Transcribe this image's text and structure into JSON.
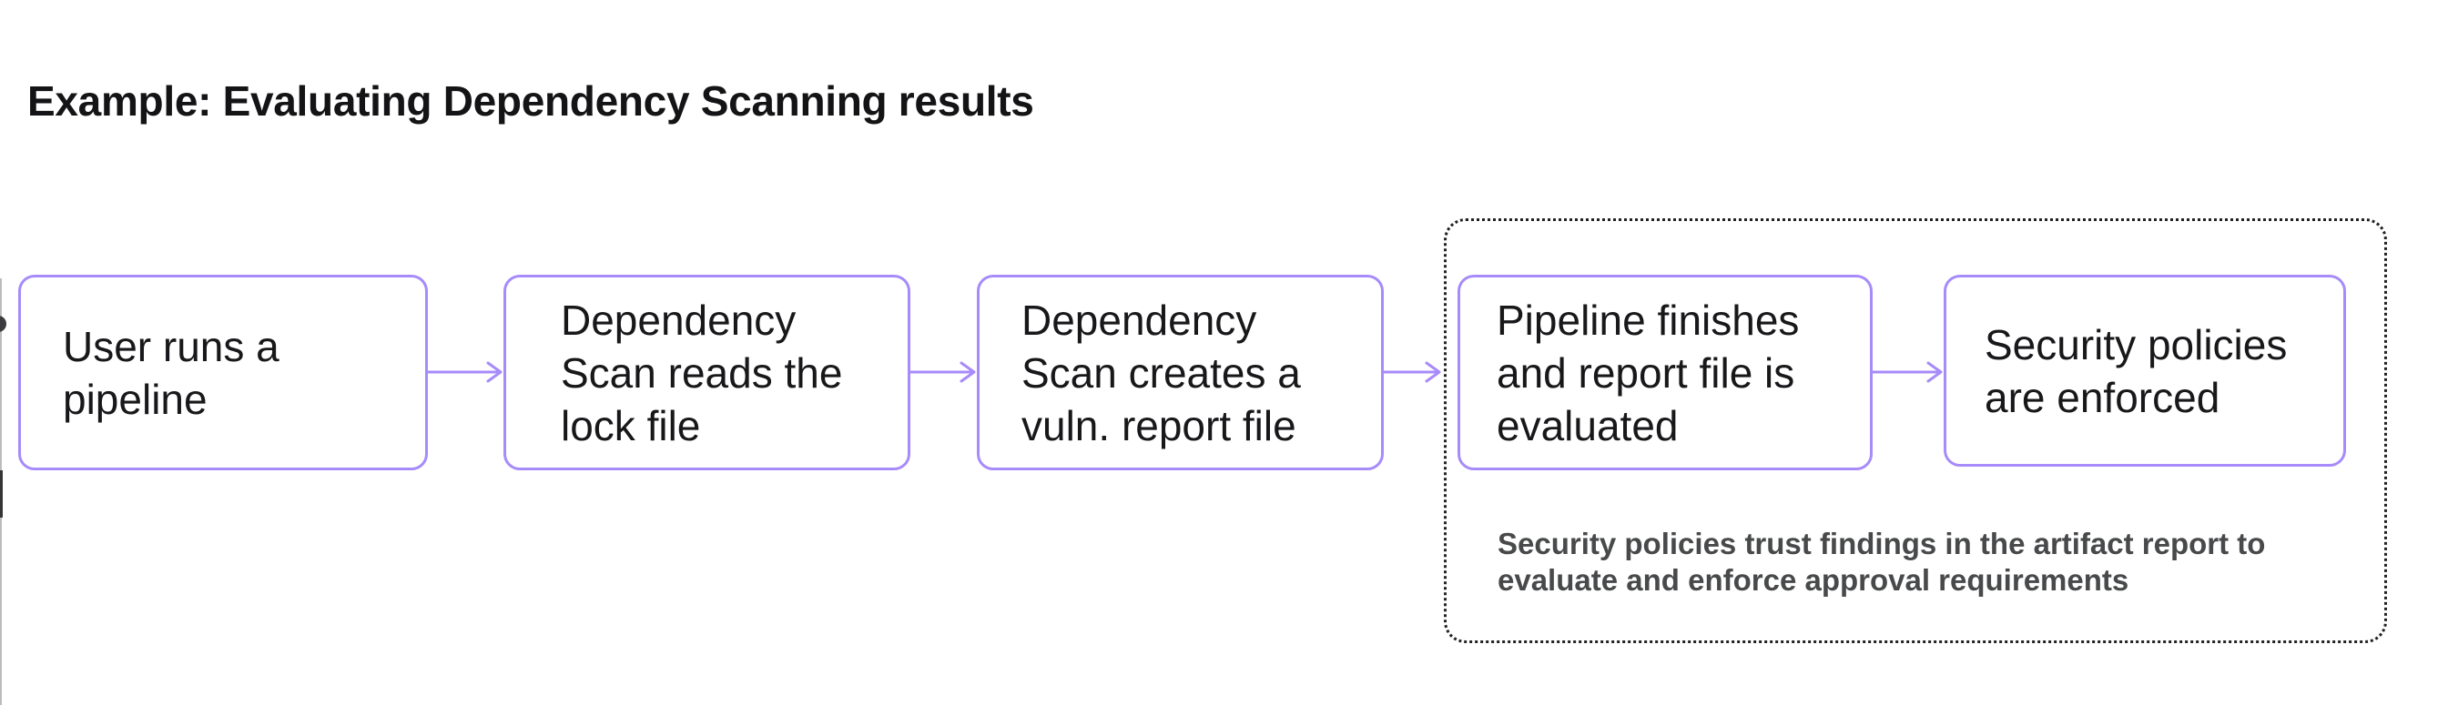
{
  "title": "Example: Evaluating Dependency Scanning results",
  "colors": {
    "accent_purple": "#a78bfa",
    "node_text": "#18181b",
    "title_text": "#141416",
    "caption_text": "#48494a",
    "dotted_outline": "#222222",
    "background": "#ffffff"
  },
  "flow": {
    "nodes": [
      {
        "label": "User runs a\npipeline"
      },
      {
        "label": "Dependency\nScan reads the\nlock file"
      },
      {
        "label": "Dependency\nScan creates a\nvuln. report file"
      },
      {
        "label": "Pipeline finishes\nand report file is\nevaluated"
      },
      {
        "label": "Security policies\nare enforced"
      }
    ],
    "connector_icon": "arrow-right-icon",
    "connector_count": 4
  },
  "policy_group": {
    "style": "dotted-outline",
    "caption": "Security policies trust findings in the artifact report to\nevaluate and enforce approval requirements"
  }
}
